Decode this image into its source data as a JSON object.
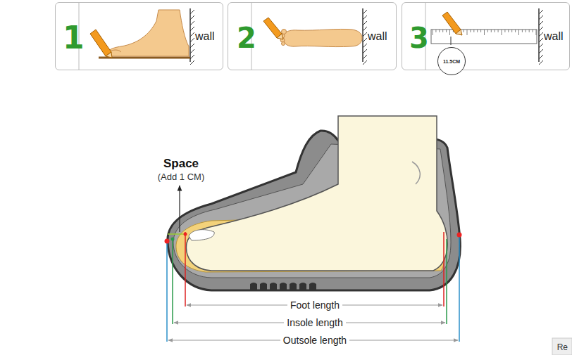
{
  "diagram": {
    "nodes": [
      {
        "text": [
          "1",
          "wall"
        ]
      },
      {
        "text": [
          "2",
          "wall"
        ]
      },
      {
        "text": [
          "3",
          "wall"
        ]
      },
      {
        "text": [
          "11.5CM"
        ],
        "in": 2
      }
    ],
    "labels": [
      "Space",
      "(Add 1 CM)",
      "Foot length",
      "Insole length",
      "Outsole length",
      "Re"
    ]
  }
}
